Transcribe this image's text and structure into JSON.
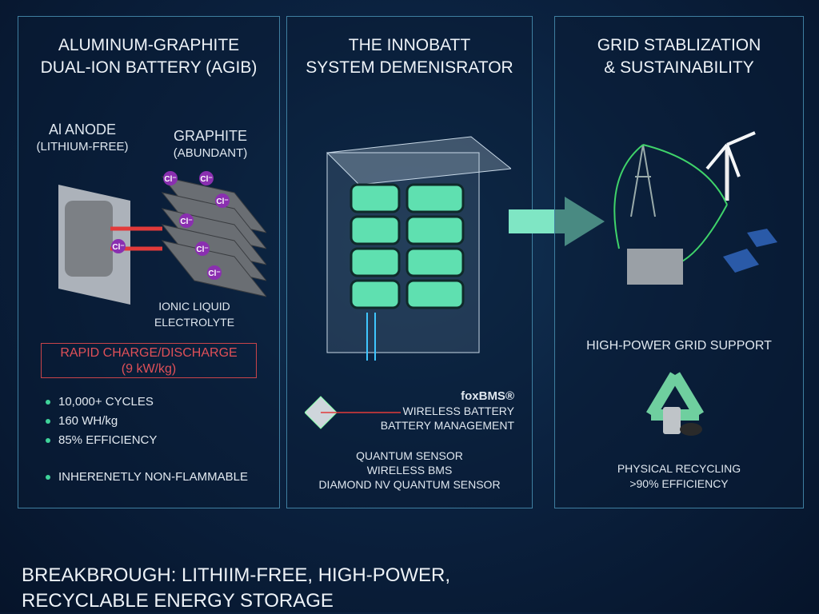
{
  "panel1": {
    "title": [
      "ALUMINUM-GRAPHITE",
      "DUAL-ION BATTERY (AGIB)"
    ],
    "anode": [
      "Al ANODE",
      "(LITHIUM-FREE)"
    ],
    "graphite": [
      "GRAPHITE",
      "(ABUNDANT)"
    ],
    "ion": "Cl⁻",
    "electrolyte": [
      "IONIC LIQUID",
      "ELECTROLYTE"
    ],
    "rapid": [
      "RAPID CHARGE/DISCHARGE",
      "(9 kW/kg)"
    ],
    "bullets": [
      "10,000+ CYCLES",
      "160 WH/kg",
      "85% EFFICIENCY"
    ],
    "extra_bullet": "INHERENETLY NON-FLAMMABLE"
  },
  "panel2": {
    "title": [
      "THE INNOBATT",
      "SYSTEM DEMENISRATOR"
    ],
    "fox": "foxBMS®",
    "bms": [
      "WIRELESS BATTERY",
      "BATTERY MANAGEMENT"
    ],
    "sensor": [
      "QUANTUM SENSOR",
      "WIRELESS BMS",
      "DIAMOND NV QUANTUM SENSOR"
    ]
  },
  "panel3": {
    "title": [
      "GRID STABLIZATION",
      "& SUSTAINABILITY"
    ],
    "grid": "HIGH-POWER GRID SUPPORT",
    "recycle": [
      "PHYSICAL RECYCLING",
      ">90% EFFICIENCY"
    ]
  },
  "footer": [
    "BREAKBROUGH: LITHIIM-FREE, HIGH-POWER,",
    "RECYCLABLE ENERGY STORAGE"
  ],
  "colors": {
    "accent": "#3fd39a",
    "alert": "#e05058",
    "border": "#3f7fa0",
    "ion": "#8a2fb0"
  }
}
